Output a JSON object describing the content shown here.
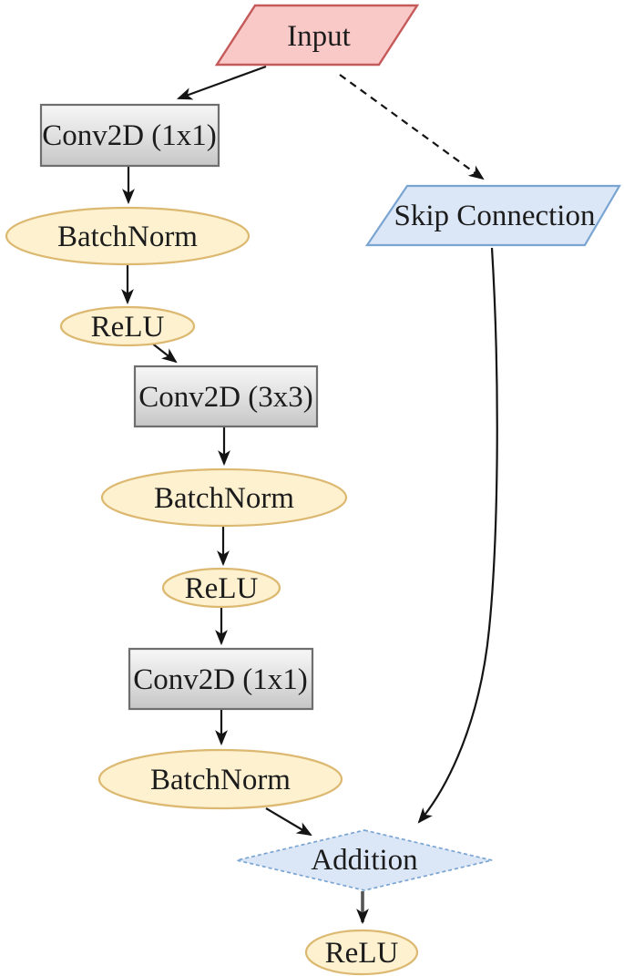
{
  "diagram": {
    "nodes": {
      "input": {
        "label": "Input",
        "shape": "parallelogram",
        "fill": "#f9c9c7",
        "border": "#c55a5a"
      },
      "conv1": {
        "label": "Conv2D (1x1)",
        "shape": "rectangle",
        "fill": "#e0e0e0",
        "border": "#6e6e6e"
      },
      "bn1": {
        "label": "BatchNorm",
        "shape": "ellipse",
        "fill": "#fdf1cf",
        "border": "#dcb871"
      },
      "relu1": {
        "label": "ReLU",
        "shape": "ellipse",
        "fill": "#fdf1cf",
        "border": "#dcb871"
      },
      "conv2": {
        "label": "Conv2D (3x3)",
        "shape": "rectangle",
        "fill": "#e0e0e0",
        "border": "#6e6e6e"
      },
      "bn2": {
        "label": "BatchNorm",
        "shape": "ellipse",
        "fill": "#fdf1cf",
        "border": "#dcb871"
      },
      "relu2": {
        "label": "ReLU",
        "shape": "ellipse",
        "fill": "#fdf1cf",
        "border": "#dcb871"
      },
      "conv3": {
        "label": "Conv2D (1x1)",
        "shape": "rectangle",
        "fill": "#e0e0e0",
        "border": "#6e6e6e"
      },
      "bn3": {
        "label": "BatchNorm",
        "shape": "ellipse",
        "fill": "#fdf1cf",
        "border": "#dcb871"
      },
      "skip": {
        "label": "Skip Connection",
        "shape": "parallelogram",
        "fill": "#dbe7f6",
        "border": "#7aa4d1"
      },
      "add": {
        "label": "Addition",
        "shape": "diamond",
        "fill": "#dbe7f6",
        "border": "#7aa4d1"
      },
      "relu3": {
        "label": "ReLU",
        "shape": "ellipse",
        "fill": "#fdf1cf",
        "border": "#dcb871"
      }
    },
    "edges": [
      {
        "from": "input",
        "to": "conv1",
        "style": "solid"
      },
      {
        "from": "input",
        "to": "skip",
        "style": "dashed"
      },
      {
        "from": "conv1",
        "to": "bn1",
        "style": "solid"
      },
      {
        "from": "bn1",
        "to": "relu1",
        "style": "solid"
      },
      {
        "from": "relu1",
        "to": "conv2",
        "style": "solid"
      },
      {
        "from": "conv2",
        "to": "bn2",
        "style": "solid"
      },
      {
        "from": "bn2",
        "to": "relu2",
        "style": "solid"
      },
      {
        "from": "relu2",
        "to": "conv3",
        "style": "solid"
      },
      {
        "from": "conv3",
        "to": "bn3",
        "style": "solid"
      },
      {
        "from": "bn3",
        "to": "add",
        "style": "solid"
      },
      {
        "from": "skip",
        "to": "add",
        "style": "solid-curved"
      },
      {
        "from": "add",
        "to": "relu3",
        "style": "solid-thick"
      }
    ],
    "colors": {
      "background": "#ffffff",
      "arrow": "#141414",
      "arrow_gray": "#555555",
      "text": "#1c1c1c"
    }
  }
}
